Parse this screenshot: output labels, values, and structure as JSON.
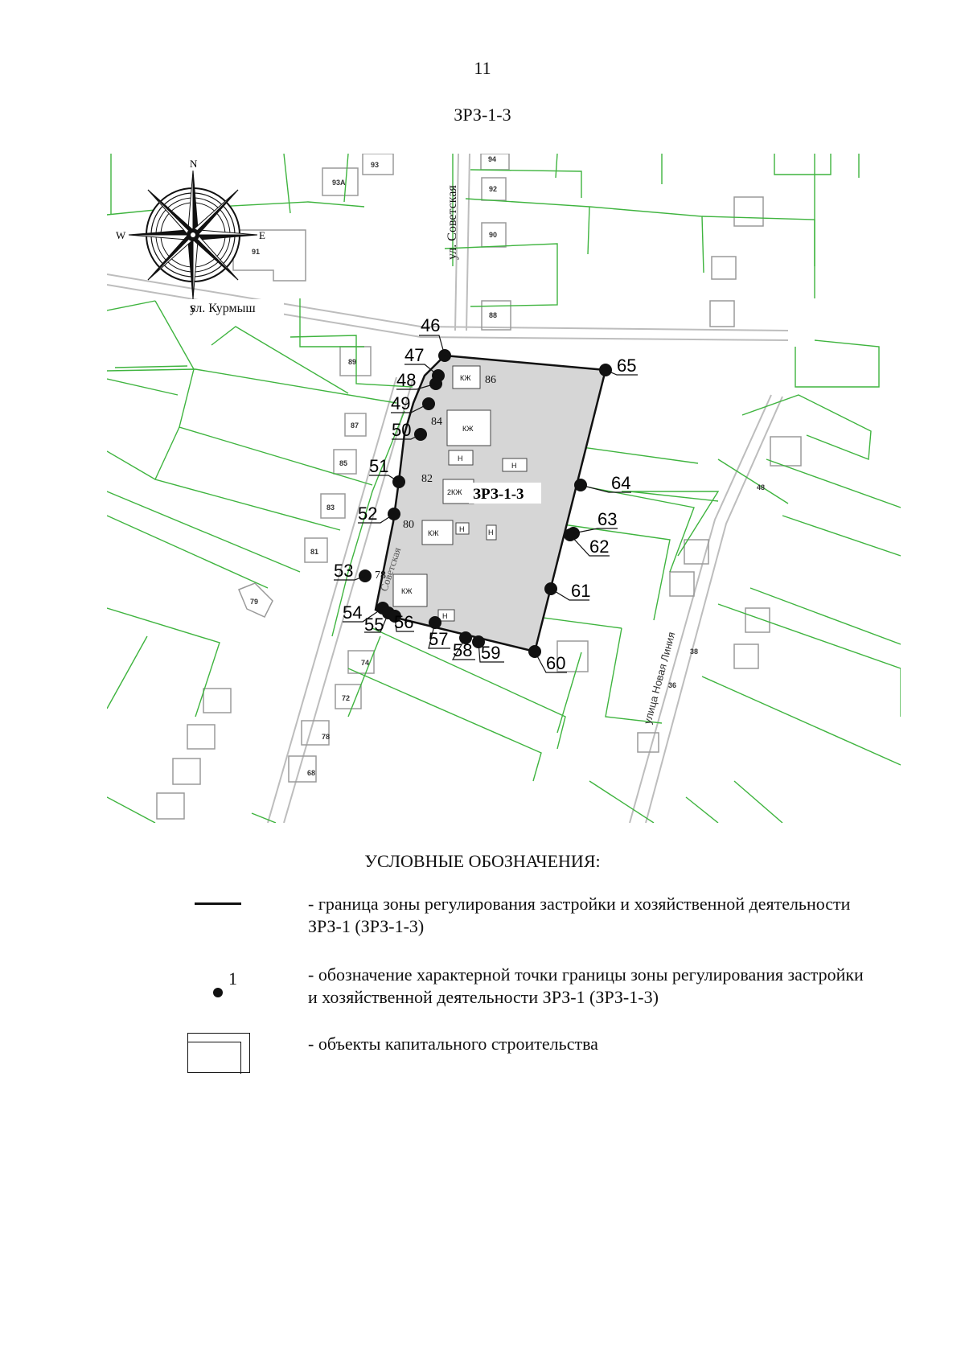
{
  "page_number": "11",
  "zone_title": "ЗРЗ-1-3",
  "map": {
    "compass": {
      "n": "N",
      "s": "S",
      "e": "E",
      "w": "W"
    },
    "streets": {
      "sovetskaya": "ул. Советская",
      "kurmysh": "ул. Курмыш",
      "novaya_liniya": "улица Новая Линия",
      "sovetskaya_lower": "Советская"
    },
    "zone_label": "ЗРЗ-1-3",
    "parcel_numbers": [
      "93",
      "94",
      "93А",
      "92",
      "90",
      "91",
      "88",
      "89",
      "87",
      "85",
      "83",
      "81",
      "79",
      "86",
      "84",
      "82",
      "80",
      "78",
      "48",
      "38",
      "36",
      "74",
      "72",
      "78",
      "68"
    ],
    "building_labels": {
      "kzh": "КЖ",
      "two_kzh": "2КЖ",
      "n": "Н"
    },
    "points": [
      "46",
      "47",
      "48",
      "49",
      "50",
      "51",
      "52",
      "53",
      "54",
      "55",
      "56",
      "57",
      "58",
      "59",
      "60",
      "61",
      "62",
      "63",
      "64",
      "65"
    ]
  },
  "legend": {
    "title": "УСЛОВНЫЕ ОБОЗНАЧЕНИЯ:",
    "items": [
      {
        "symbol": "line",
        "text": "- граница зоны регулирования застройки и хозяйственной деятельности ЗРЗ-1 (ЗРЗ-1-3)"
      },
      {
        "symbol": "point",
        "symbol_label": "1",
        "text": "- обозначение характерной точки границы зоны регулирования застройки и хозяйственной деятельности ЗРЗ-1 (ЗРЗ-1-3)"
      },
      {
        "symbol": "building",
        "text": "- объекты капитального строительства"
      }
    ]
  },
  "colors": {
    "parcel_line": "#3fb43f",
    "building_line": "#9a9a9a",
    "zone_fill": "#d6d6d6",
    "boundary": "#111111",
    "road": "#bdbdbd"
  }
}
